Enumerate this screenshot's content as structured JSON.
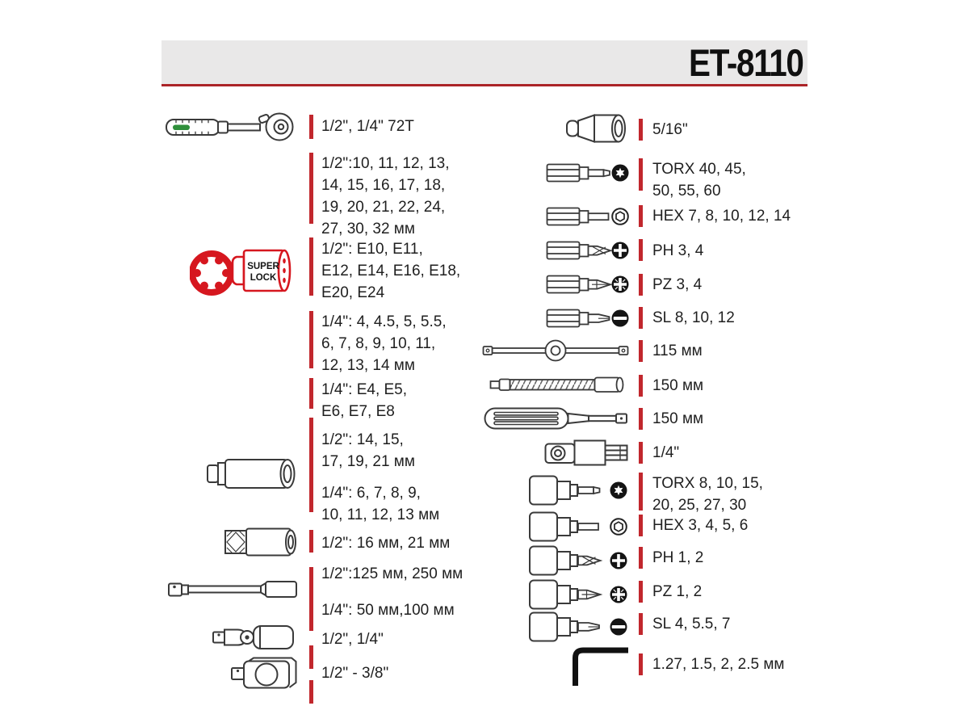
{
  "header": {
    "model": "ET-8110"
  },
  "super_lock": {
    "line1": "SUPER",
    "line2": "LOCK"
  },
  "colors": {
    "accent_red": "#c1272d",
    "underline_red": "#ab2428",
    "header_gray": "#e9e8e8",
    "socket_red": "#d6171f",
    "text_color": "#1f1f1f"
  },
  "left_items": [
    {
      "icon": "ratchet",
      "text": "1/2\", 1/4\" 72T"
    },
    {
      "icon": null,
      "text": "1/2\":10, 11, 12, 13,\n14, 15, 16, 17, 18,\n19, 20, 21, 22, 24,\n27, 30, 32 мм"
    },
    {
      "icon": "super-lock-socket",
      "text": "1/2\": E10, E11,\nE12, E14, E16, E18,\nE20, E24"
    },
    {
      "icon": null,
      "text": "1/4\": 4, 4.5, 5, 5.5,\n6, 7, 8, 9, 10, 11,\n12, 13, 14 мм"
    },
    {
      "icon": null,
      "text": "1/4\": E4, E5,\nE6, E7, E8"
    },
    {
      "icon": "deep-socket",
      "text": "1/2\": 14, 15,\n17, 19, 21 мм"
    },
    {
      "icon": null,
      "text": "1/4\": 6, 7, 8, 9,\n10, 11, 12, 13 мм"
    },
    {
      "icon": "spark-plug-socket",
      "text": "1/2\": 16 мм, 21 мм"
    },
    {
      "icon": "extension-bar",
      "text": "1/2\":125 мм, 250 мм"
    },
    {
      "icon": null,
      "text": "1/4\": 50 мм,100 мм"
    },
    {
      "icon": "universal-joint",
      "text": "1/2\", 1/4\""
    },
    {
      "icon": "socket-adapter",
      "text": "1/2\" - 3/8\""
    }
  ],
  "right_items": [
    {
      "icon": "socket-5-16",
      "text": "5/16\""
    },
    {
      "icon": "bit-torx",
      "text": "TORX 40, 45,\n50, 55, 60"
    },
    {
      "icon": "bit-hex",
      "text": "HEX 7, 8, 10, 12, 14"
    },
    {
      "icon": "bit-ph",
      "text": "PH 3, 4"
    },
    {
      "icon": "bit-pz",
      "text": "PZ 3, 4"
    },
    {
      "icon": "bit-sl",
      "text": "SL 8, 10, 12"
    },
    {
      "icon": "t-bar",
      "text": "115 мм"
    },
    {
      "icon": "flexible-extension",
      "text": "150 мм"
    },
    {
      "icon": "screwdriver-handle",
      "text": "150 мм"
    },
    {
      "icon": "bit-adapter",
      "text": "1/4\""
    },
    {
      "icon": "bitsocket-torx",
      "text": "TORX 8, 10, 15,\n20, 25, 27, 30"
    },
    {
      "icon": "bitsocket-hex",
      "text": "HEX 3, 4, 5, 6"
    },
    {
      "icon": "bitsocket-ph",
      "text": "PH 1, 2"
    },
    {
      "icon": "bitsocket-pz",
      "text": "PZ 1, 2"
    },
    {
      "icon": "bitsocket-sl",
      "text": "SL 4, 5.5, 7"
    },
    {
      "icon": "hex-key",
      "text": "1.27, 1.5, 2, 2.5 мм"
    }
  ]
}
